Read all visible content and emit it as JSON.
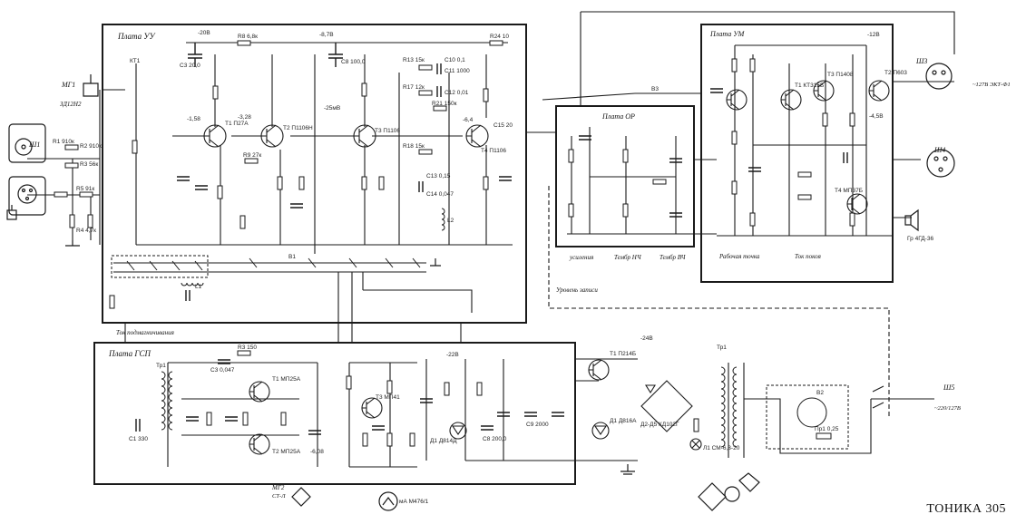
{
  "caption": "ТОНИКА 305",
  "boards": {
    "uu": "Плата УУ",
    "or": "Плата ОР",
    "um": "Плата УМ",
    "gsp": "Плата ГСП"
  },
  "controls": {
    "usileniya": "усиления",
    "tembr_nch": "Тембр НЧ",
    "tembr_vch": "Тембр ВЧ",
    "rabochaya_tochka": "Рабочая точка",
    "tok_pokoya": "Ток покоя",
    "uroven_zapisi": "Уровень записи",
    "tok_podmagnichivaniya": "Ток подмагничивания"
  },
  "connectors": {
    "mg1": "МГ1",
    "mg1_type": "ЗД12Н2",
    "sh1": "Ш1",
    "sh3": "Ш3",
    "sh4": "Ш4",
    "sh5": "Ш5",
    "mg2": "МГ2",
    "mg2_type": "СТ-Л",
    "sh3_note": "~127В ЭКТ-Ф1",
    "mains_note": "~220/127В"
  },
  "transistors": {
    "t1_uu": "Т1 П27А",
    "t2_uu": "Т2 П1106Н",
    "t3_uu": "Т3 П1106",
    "t4_uu": "Т4 П1106",
    "t1_um": "Т1 КТ315Б",
    "t2_um": "Т2 П603",
    "t3_um": "Т3 П1408",
    "t4_um": "Т4 МП37Б",
    "t1_gsp": "Т1 МП25А",
    "t2_gsp": "Т2 МП25А",
    "t3_gsp": "Т3 МП41",
    "t_psu": "Т1 П214Б"
  },
  "voltages": {
    "v_uu_main": "-20В",
    "v_uu_c8": "-8,7В",
    "v_um_main": "-12В",
    "v_um_sub": "-4,5В",
    "v_gsp": "-22В",
    "v_psu": "-24В",
    "v_t1": "-1,58",
    "v_t2": "-3,28",
    "v_t3": "-25мВ",
    "v_t4": "-6,4",
    "v_gsp_osc": "-6,08"
  },
  "parts": {
    "r1": "R1 910к",
    "r2": "R2 910к",
    "r3": "R3 56к",
    "r4": "R4 4,7к",
    "r5": "R5 91к",
    "r8": "R8 6,8к",
    "r9": "R9 27к",
    "r13": "R13 15к",
    "r17": "R17 12к",
    "r18": "R18 15к",
    "r21": "R21 150к",
    "r24": "R24 10",
    "c3": "С3 20,0",
    "c8": "С8 100,0",
    "c10": "С10 0,1",
    "c11": "С11 1000",
    "c12": "С12 0,01",
    "c13": "С13 0,15",
    "c14": "С14 0,047",
    "c15": "С15 20",
    "l1": "L1",
    "l2": "L2",
    "d1": "Д1 Д816А",
    "d2": "Д2-Д5 КД102Г",
    "d_gsp": "Д1 Д814Д",
    "lamp": "Л1 СМ-6,3-20",
    "tr1": "Тр1",
    "tr2": "Тр1",
    "b1": "В1",
    "b2": "В2",
    "b3": "В3",
    "pr1": "Пр1 0,25",
    "kt1": "КТ1",
    "gr": "Гр 4ГД-36",
    "meter": "мА М476/1",
    "c_gsp": "С1 330",
    "c_gsp2": "С3 0,047",
    "r_gsp": "R3 150",
    "c8_psu": "С8 200,0",
    "c9_psu": "С9 2000"
  }
}
